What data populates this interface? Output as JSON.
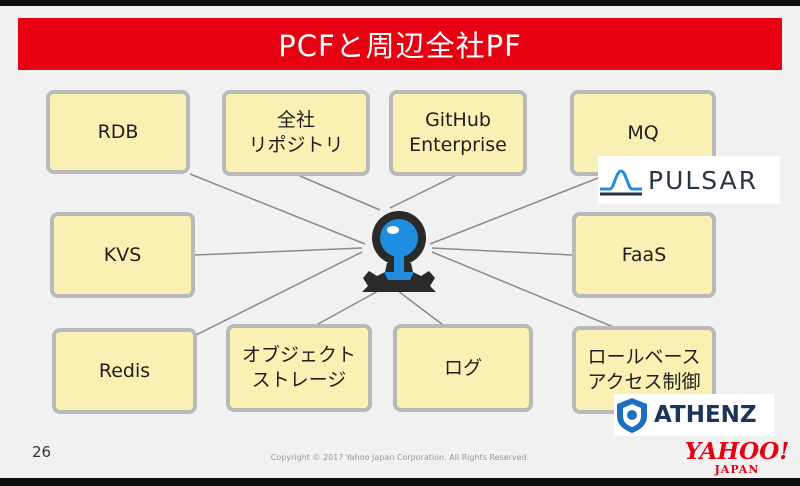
{
  "title": "PCFと周辺全社PF",
  "boxes": {
    "rdb": "RDB",
    "repo": "全社\nリポジトリ",
    "github": "GitHub\nEnterprise",
    "mq": "MQ",
    "kvs": "KVS",
    "faas": "FaaS",
    "redis": "Redis",
    "storage": "オブジェクト\nストレージ",
    "log": "ログ",
    "rbac": "ロールベース\nアクセス制御"
  },
  "logos": {
    "pulsar": "PULSAR",
    "athenz": "ATHENZ"
  },
  "footer": {
    "page_number": "26",
    "copyright": "Copyright © 2017 Yahoo Japan Corporation. All Rights Reserved.",
    "yahoo_main": "YAHOO!",
    "yahoo_sub": "JAPAN"
  },
  "colors": {
    "title_bar": "#e60012",
    "box_fill": "#fbf0b3",
    "box_border": "#b9b9b9",
    "icon_blue": "#1f8ee0"
  },
  "icons": {
    "center": "cloud-foundry-logo-icon",
    "pulsar": "pulsar-wave-icon",
    "athenz": "athenz-shield-icon"
  }
}
